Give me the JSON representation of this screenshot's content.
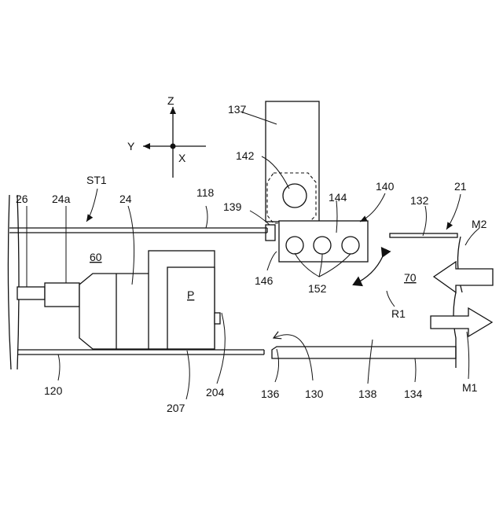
{
  "figure": {
    "axes": {
      "z": "Z",
      "y": "Y",
      "x": "X"
    },
    "labels": {
      "l137": "137",
      "l142": "142",
      "l140": "140",
      "l144": "144",
      "l21": "21",
      "l132": "132",
      "lM2": "M2",
      "l139": "139",
      "l146": "146",
      "l152": "152",
      "l70": "70",
      "lR1": "R1",
      "lST1": "ST1",
      "l118": "118",
      "l26": "26",
      "l24a": "24a",
      "l24": "24",
      "l60": "60",
      "lP": "P",
      "l120": "120",
      "l207": "207",
      "l204": "204",
      "l136": "136",
      "l130": "130",
      "l138": "138",
      "l134": "134",
      "lM1": "M1"
    }
  }
}
